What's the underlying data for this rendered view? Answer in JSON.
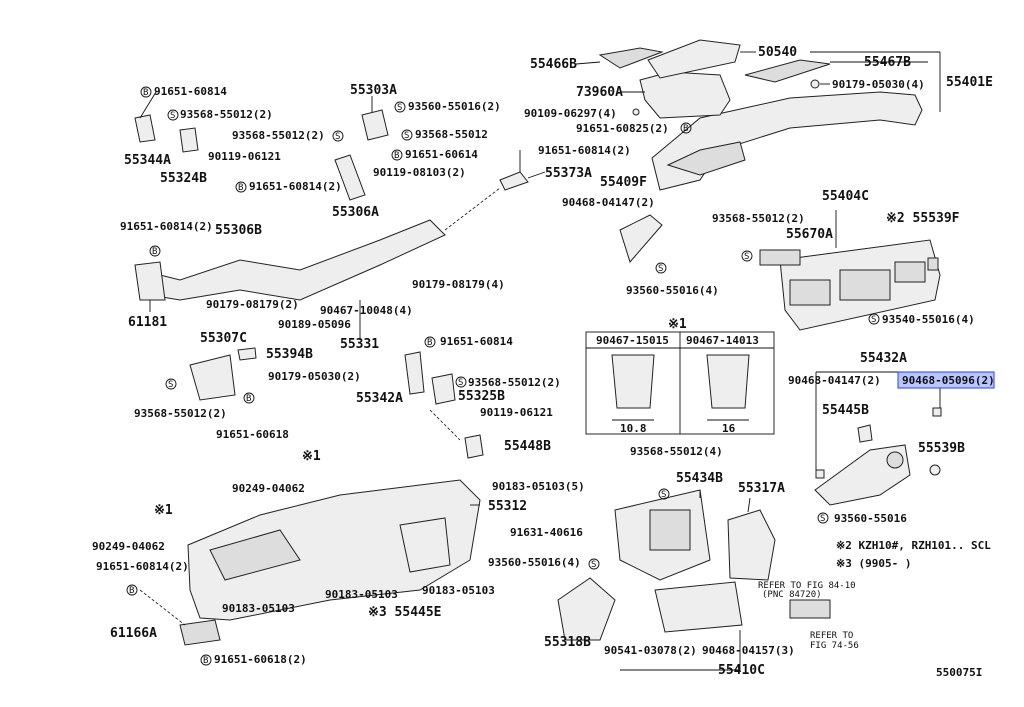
{
  "labels": {
    "p91651_60814_a": "91651-60814",
    "p93568_55012_a": "93568-55012(2)",
    "p55344A": "55344A",
    "p90119_06121_a": "90119-06121",
    "p55324B": "55324B",
    "p91651_60814_b": "91651-60814(2)",
    "p55306B": "55306B",
    "p55303A": "55303A",
    "p93560_55016_a": "93560-55016(2)",
    "p93568_55012_b": "93568-55012(2)",
    "p93568_55012_c": "93568-55012",
    "p91651_60614": "91651-60614",
    "p90119_08103": "90119-08103(2)",
    "p55306A": "55306A",
    "p91651_60814_c": "91651-60814(2)",
    "p55373A": "55373A",
    "p91651_60814_d": "91651-60814(2)",
    "p61181": "61181",
    "p90179_08179_a": "90179-08179(2)",
    "p90467_10048": "90467-10048(4)",
    "p90189_05096": "90189-05096",
    "p55331": "55331",
    "p90179_08179_b": "90179-08179(4)",
    "p55466B": "55466B",
    "p50540": "50540",
    "p55467B": "55467B",
    "p73960A": "73960A",
    "p90179_05030_a": "90179-05030(4)",
    "p55401E": "55401E",
    "p90109_06297": "90109-06297(4)",
    "p91651_60825": "91651-60825(2)",
    "p55409F": "55409F",
    "p90468_04147_a": "90468-04147(2)",
    "p93560_55016_b": "93560-55016(4)",
    "p55404C": "55404C",
    "p93568_55012_d": "93568-55012(2)",
    "p55670A": "55670A",
    "p55539F": "※2 55539F",
    "p93540_55016": "93540-55016(4)",
    "p55307C": "55307C",
    "p55394B": "55394B",
    "p90179_05030_b": "90179-05030(2)",
    "p93568_55012_e": "93568-55012(2)",
    "p91651_60618": "91651-60618",
    "p91651_60814_e": "91651-60814",
    "p55342A": "55342A",
    "p93568_55012_f": "93568-55012(2)",
    "p55325B": "55325B",
    "p90119_06121_b": "90119-06121",
    "p55448B": "55448B",
    "ref1": "※1",
    "ref1_table": "※1",
    "tbl_h1": "90467-15015",
    "tbl_h2": "90467-14013",
    "tbl_d1": "10.8",
    "tbl_d2": "16",
    "p55432A": "55432A",
    "p90468_04147_b": "90468-04147(2)",
    "p90468_05096": "90468-05096(2)",
    "p55445B": "55445B",
    "p55539B": "55539B",
    "p93560_55016_c": "93560-55016",
    "p90249_04062_a": "90249-04062",
    "p90183_05103_a": "90183-05103(5)",
    "p55312": "55312",
    "ref1_b": "※1",
    "p90249_04062_b": "90249-04062",
    "p91631_40616": "91631-40616",
    "p91651_60814_f": "91651-60814(2)",
    "p93568_55012_g": "93568-55012(4)",
    "p55434B": "55434B",
    "p55317A": "55317A",
    "p93560_55016_d": "93560-55016(4)",
    "p90183_05103_b": "90183-05103",
    "p90183_05103_c": "90183-05103",
    "p55445E": "※3 55445E",
    "p61166A": "61166A",
    "p90183_05103_d": "90183-05103",
    "p91651_60618_b": "91651-60618(2)",
    "p55318B": "55318B",
    "refer84": "REFER TO FIG 84-10",
    "refer84b": "(PNC 84720)",
    "refer74a": "REFER TO",
    "refer74b": "FIG 74-56",
    "p90541_03078": "90541-03078(2)",
    "p90468_04157": "90468-04157(3)",
    "p55410C": "55410C",
    "note2": "※2 KZH10#, RZH101.. SCL",
    "note3": "※3 (9905-       )",
    "code": "550075I",
    "b": "B",
    "s": "S"
  },
  "highlight_color": "#b9c6ff"
}
